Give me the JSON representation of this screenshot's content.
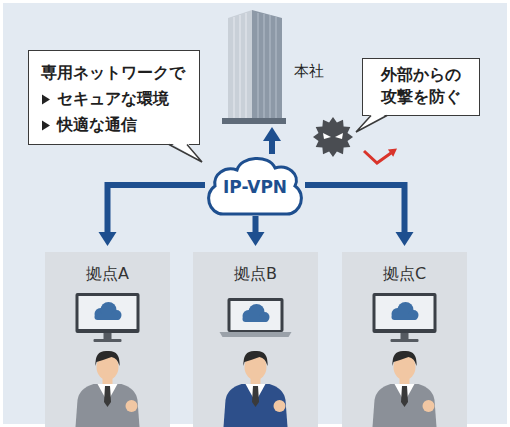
{
  "diagram": {
    "nodes": [
      {
        "text": [
          "本社"
        ]
      },
      {
        "text": [
          "専用ネットワークで",
          "セキュアな環境",
          "快適な通信"
        ]
      },
      {
        "text": [
          "外部からの 攻撃を防ぐ"
        ]
      },
      {
        "text": [
          "IP-VPN"
        ]
      },
      {
        "text": [
          "拠点A"
        ]
      },
      {
        "text": [
          "拠点B"
        ]
      },
      {
        "text": [
          "拠点C"
        ]
      }
    ],
    "edges": [
      {
        "from": 3,
        "to": 0,
        "arrow": "to"
      },
      {
        "from": 3,
        "to": 4,
        "arrow": "to"
      },
      {
        "from": 3,
        "to": 5,
        "arrow": "to"
      },
      {
        "from": 3,
        "to": 6,
        "arrow": "to"
      }
    ]
  }
}
